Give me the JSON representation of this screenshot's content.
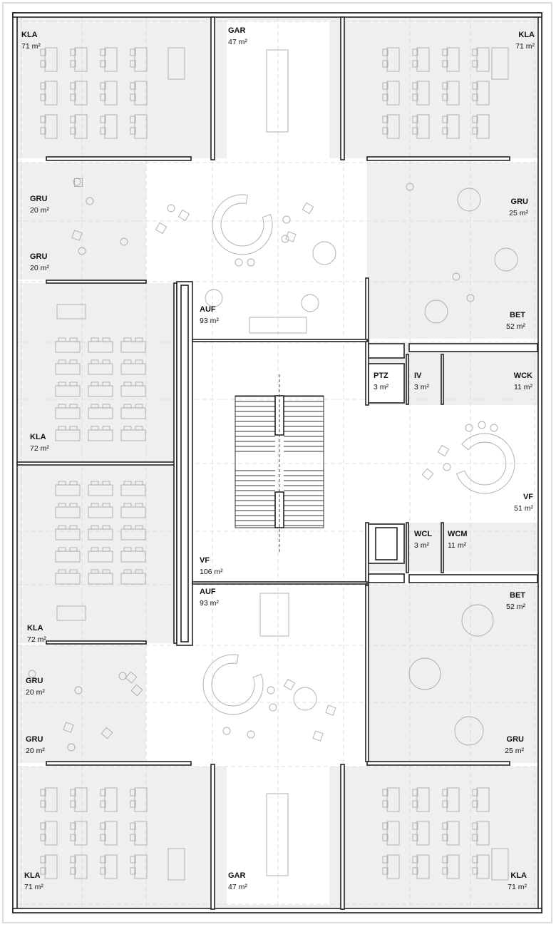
{
  "plan": {
    "rooms": [
      {
        "code": "KLA",
        "area": "71 m²"
      },
      {
        "code": "GAR",
        "area": "47 m²"
      },
      {
        "code": "KLA",
        "area": "71 m²"
      },
      {
        "code": "GRU",
        "area": "20 m²"
      },
      {
        "code": "GRU",
        "area": "20 m²"
      },
      {
        "code": "GRU",
        "area": "25 m²"
      },
      {
        "code": "BET",
        "area": "52 m²"
      },
      {
        "code": "AUF",
        "area": "93 m²"
      },
      {
        "code": "KLA",
        "area": "72 m²"
      },
      {
        "code": "PTZ",
        "area": "3 m²"
      },
      {
        "code": "IV",
        "area": "3 m²"
      },
      {
        "code": "WCK",
        "area": "11 m²"
      },
      {
        "code": "VF",
        "area": "51 m²"
      },
      {
        "code": "KLA",
        "area": "72 m²"
      },
      {
        "code": "VF",
        "area": "106 m²"
      },
      {
        "code": "WCL",
        "area": "3 m²"
      },
      {
        "code": "WCM",
        "area": "11 m²"
      },
      {
        "code": "AUF",
        "area": "93 m²"
      },
      {
        "code": "BET",
        "area": "52 m²"
      },
      {
        "code": "GRU",
        "area": "20 m²"
      },
      {
        "code": "GRU",
        "area": "20 m²"
      },
      {
        "code": "GRU",
        "area": "25 m²"
      },
      {
        "code": "KLA",
        "area": "71 m²"
      },
      {
        "code": "GAR",
        "area": "47 m²"
      },
      {
        "code": "KLA",
        "area": "71 m²"
      }
    ]
  }
}
